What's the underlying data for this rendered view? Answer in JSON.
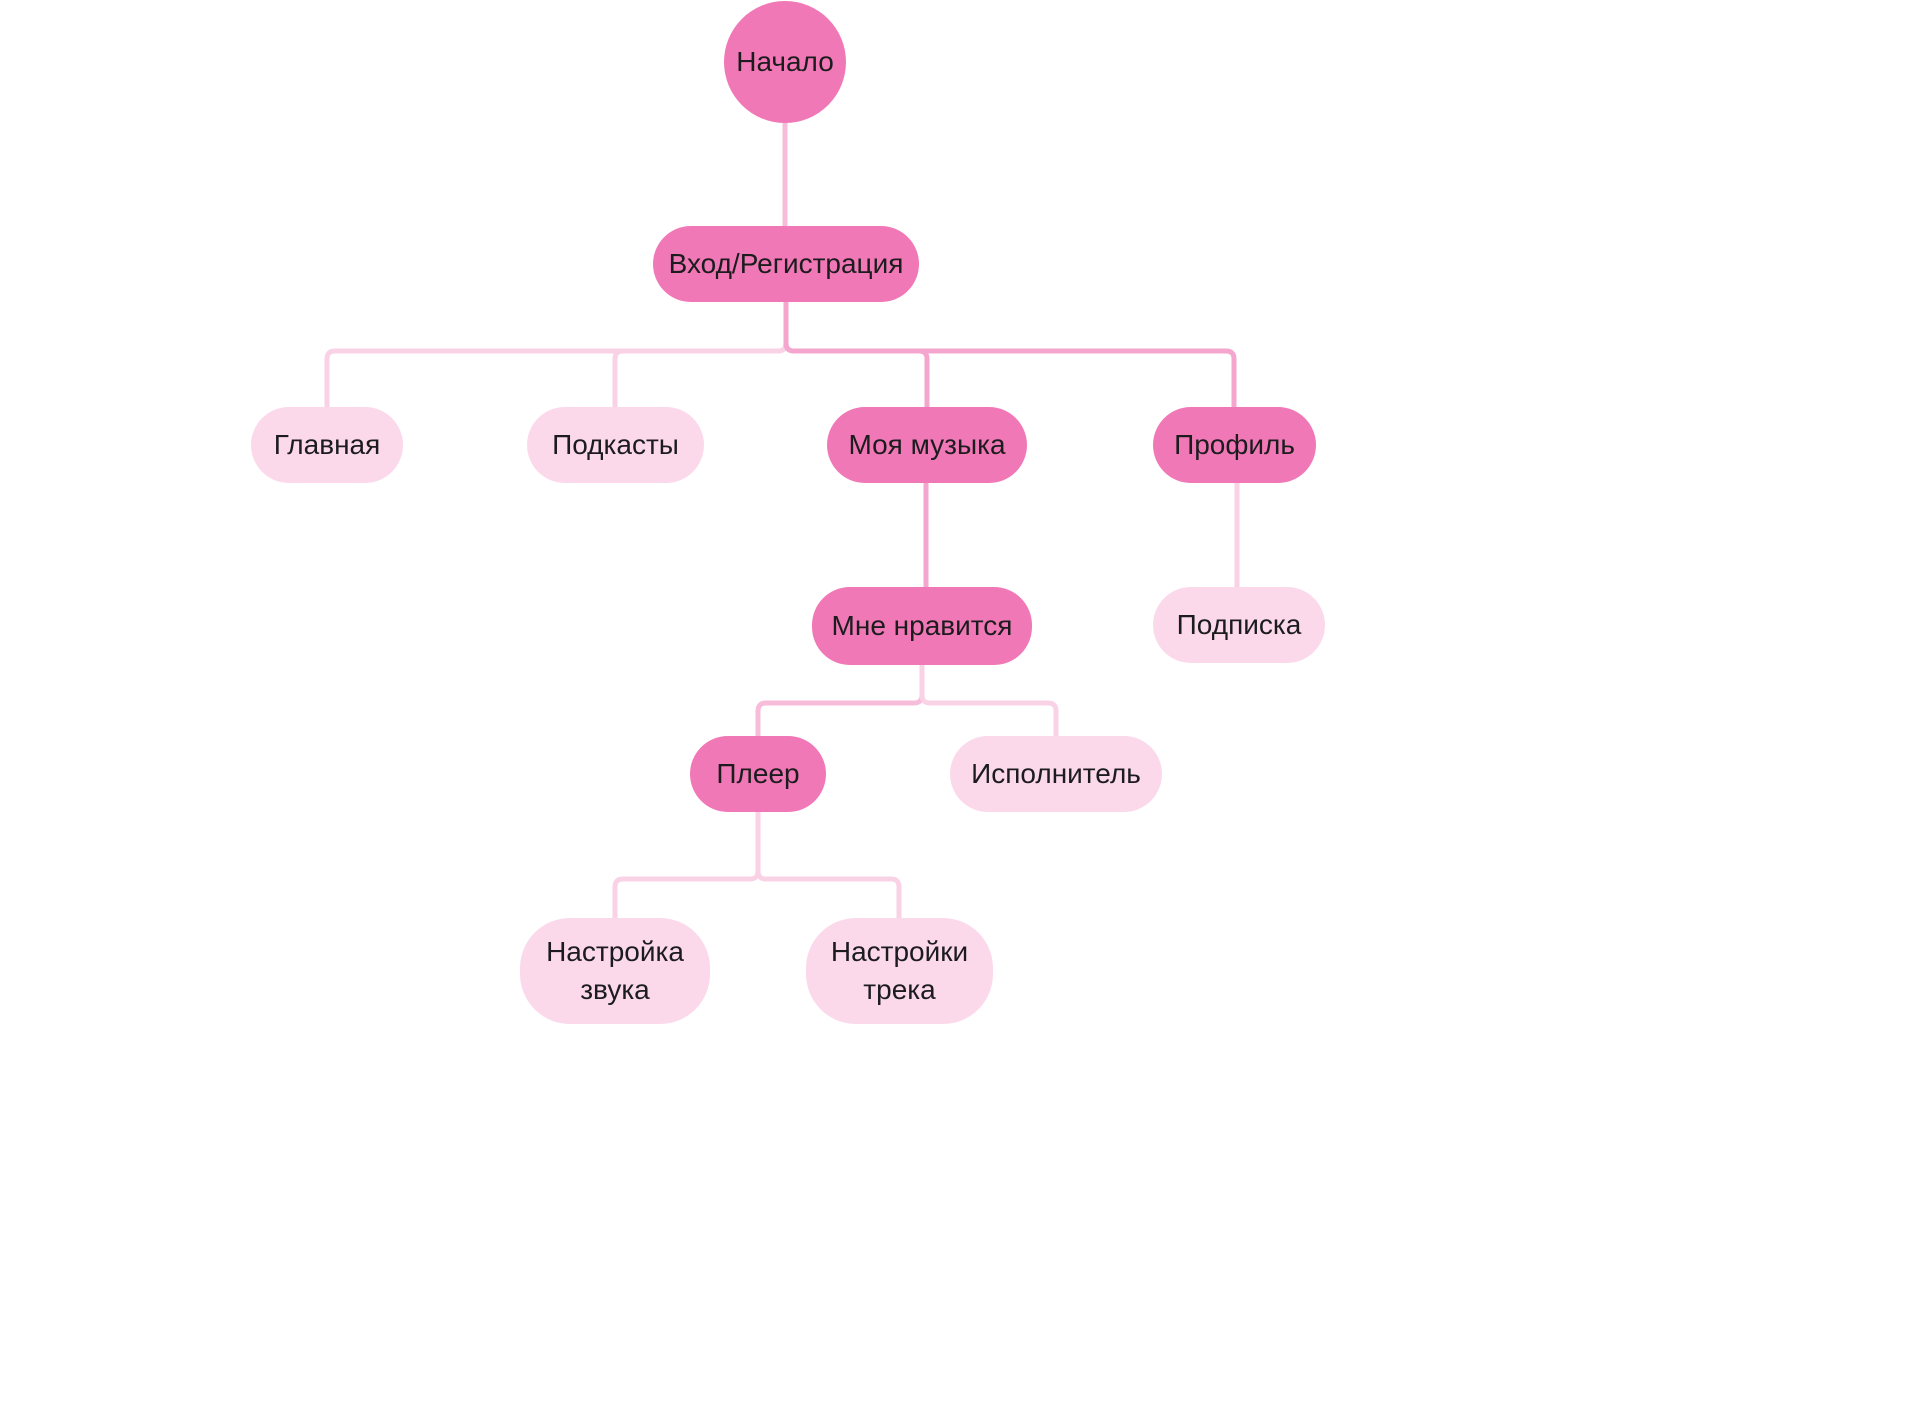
{
  "diagram": {
    "type": "flowchart-tree",
    "language": "ru",
    "colors": {
      "node_dark": "#f178b6",
      "node_light": "#fbd9eb",
      "text": "#1c1c1e",
      "connector_light": "#f9d2e6",
      "connector_medium": "#f7bcda",
      "connector_strong": "#f5a6ce",
      "background": "#ffffff"
    },
    "nodes": {
      "start": {
        "label": "Начало",
        "variant": "dark",
        "shape": "circle"
      },
      "login": {
        "label": "Вход/Регистрация",
        "variant": "dark",
        "shape": "pill"
      },
      "home": {
        "label": "Главная",
        "variant": "light",
        "shape": "pill"
      },
      "podcasts": {
        "label": "Подкасты",
        "variant": "light",
        "shape": "pill"
      },
      "mymusic": {
        "label": "Моя музыка",
        "variant": "dark",
        "shape": "pill"
      },
      "profile": {
        "label": "Профиль",
        "variant": "dark",
        "shape": "pill"
      },
      "likes": {
        "label": "Мне нравится",
        "variant": "dark",
        "shape": "pill"
      },
      "subscription": {
        "label": "Подписка",
        "variant": "light",
        "shape": "pill"
      },
      "player": {
        "label": "Плеер",
        "variant": "dark",
        "shape": "pill"
      },
      "artist": {
        "label": "Исполнитель",
        "variant": "light",
        "shape": "pill"
      },
      "sound": {
        "label": "Настройка звука",
        "variant": "light",
        "shape": "pill"
      },
      "track": {
        "label": "Настройки трека",
        "variant": "light",
        "shape": "pill"
      }
    },
    "edges": [
      {
        "from": "start",
        "to": "login"
      },
      {
        "from": "login",
        "to": "home"
      },
      {
        "from": "login",
        "to": "podcasts"
      },
      {
        "from": "login",
        "to": "mymusic"
      },
      {
        "from": "login",
        "to": "profile"
      },
      {
        "from": "mymusic",
        "to": "likes"
      },
      {
        "from": "profile",
        "to": "subscription"
      },
      {
        "from": "likes",
        "to": "player"
      },
      {
        "from": "likes",
        "to": "artist"
      },
      {
        "from": "player",
        "to": "sound"
      },
      {
        "from": "player",
        "to": "track"
      }
    ]
  }
}
